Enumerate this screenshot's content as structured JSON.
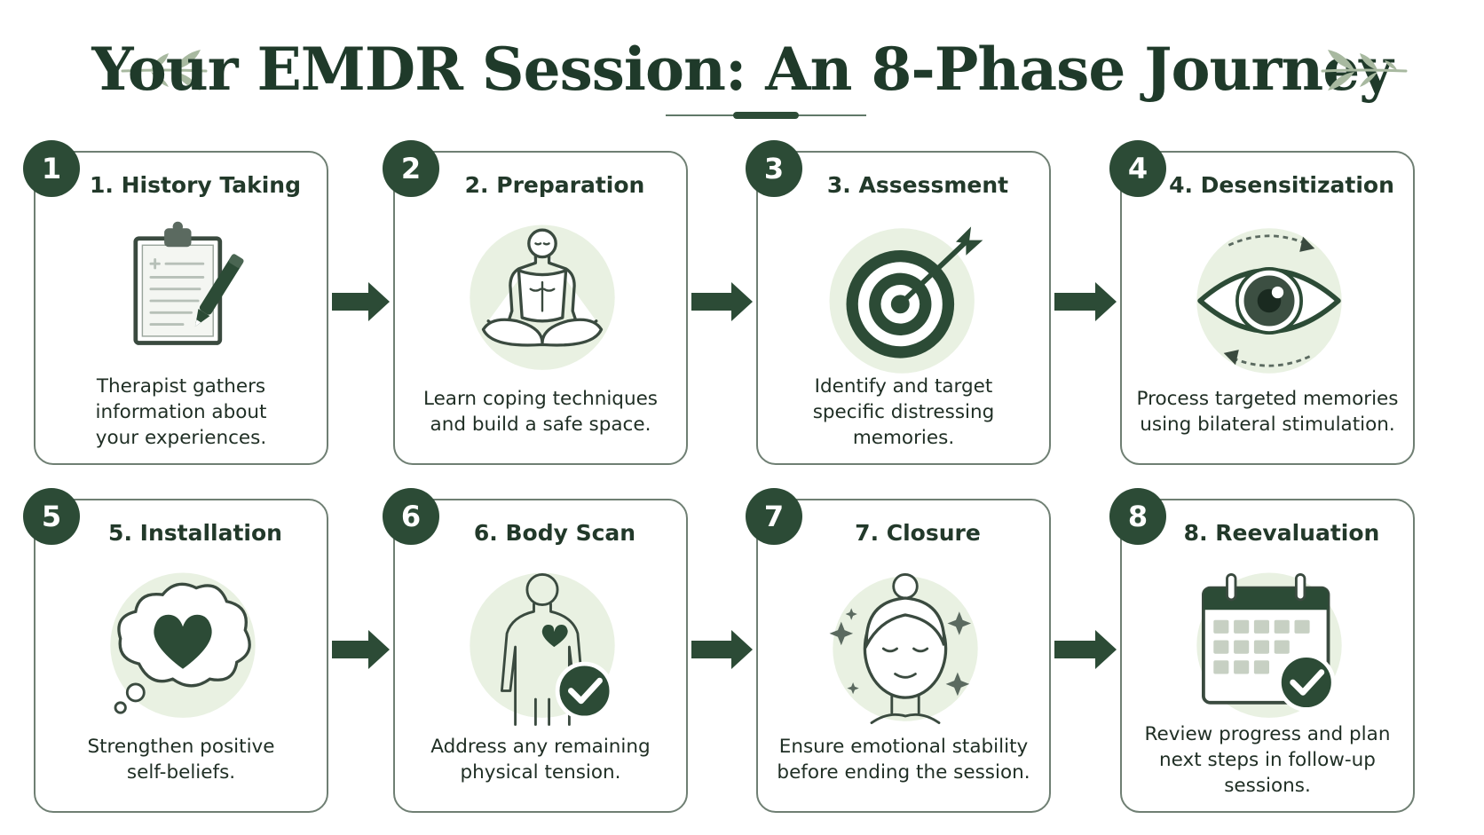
{
  "title": "Your EMDR Session: An 8-Phase Journey",
  "colors": {
    "dark_green": "#2c4b36",
    "soft_green": "#e9f1e2",
    "outline": "#3a4a3f",
    "sprig": "#a8b9a0"
  },
  "phases": [
    {
      "number": "1",
      "title": "1. History Taking",
      "icon": "clipboard-icon",
      "desc_lines": [
        "Therapist gathers",
        "information about",
        "your experiences."
      ]
    },
    {
      "number": "2",
      "title": "2. Preparation",
      "icon": "meditation-icon",
      "desc_lines": [
        "Learn coping techniques",
        "and build a safe space."
      ]
    },
    {
      "number": "3",
      "title": "3. Assessment",
      "icon": "target-icon",
      "desc_lines": [
        "Identify and target",
        "specific distressing",
        "memories."
      ]
    },
    {
      "number": "4",
      "title": "4. Desensitization",
      "icon": "eye-icon",
      "desc_lines": [
        "Process targeted memories",
        "using bilateral stimulation."
      ]
    },
    {
      "number": "5",
      "title": "5. Installation",
      "icon": "thought-heart-icon",
      "desc_lines": [
        "Strengthen positive",
        "self-beliefs."
      ]
    },
    {
      "number": "6",
      "title": "6. Body Scan",
      "icon": "body-check-icon",
      "desc_lines": [
        "Address any remaining",
        "physical tension."
      ]
    },
    {
      "number": "7",
      "title": "7. Closure",
      "icon": "calm-face-icon",
      "desc_lines": [
        "Ensure emotional stability",
        "before ending the session."
      ]
    },
    {
      "number": "8",
      "title": "8. Reevaluation",
      "icon": "calendar-check-icon",
      "desc_lines": [
        "Review progress and plan",
        "next steps in follow-up",
        "sessions."
      ]
    }
  ]
}
